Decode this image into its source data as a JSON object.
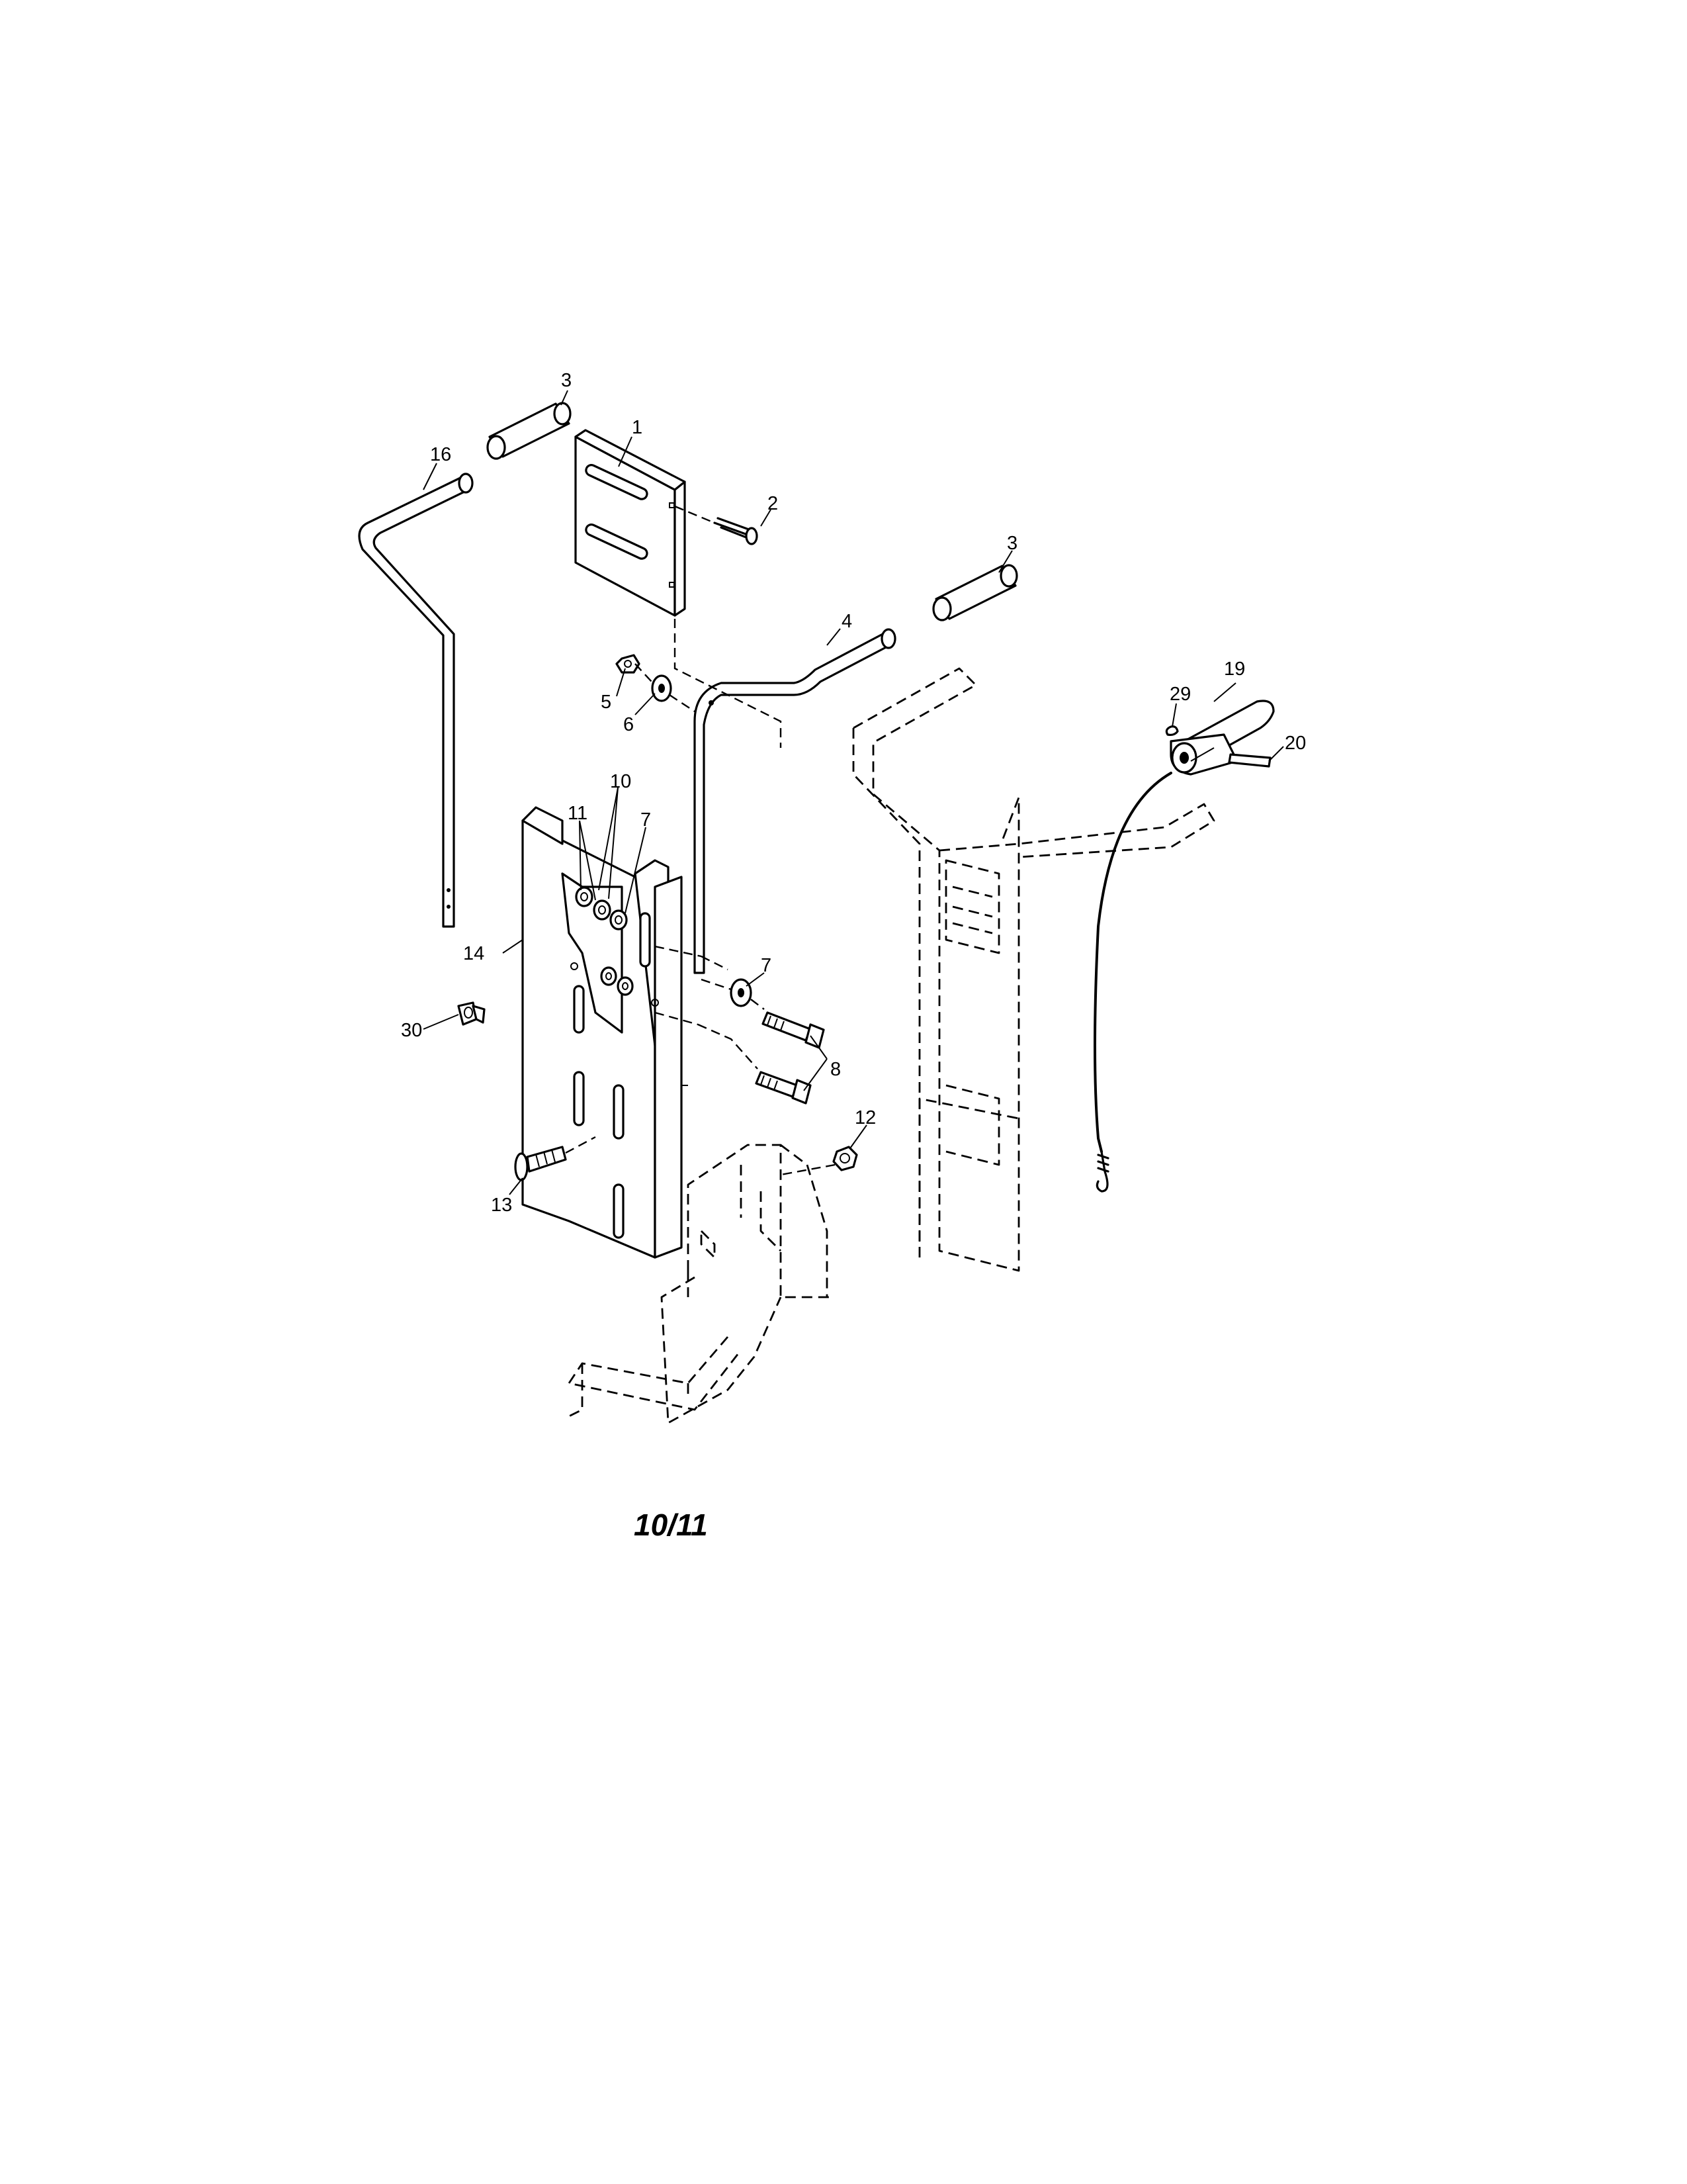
{
  "diagram": {
    "page_number": "10/11",
    "callouts": {
      "c1": "1",
      "c2": "2",
      "c3a": "3",
      "c3b": "3",
      "c4": "4",
      "c5": "5",
      "c6": "6",
      "c7a": "7",
      "c7b": "7",
      "c8": "8",
      "c10": "10",
      "c11": "11",
      "c12": "12",
      "c13": "13",
      "c14": "14",
      "c16": "16",
      "c19": "19",
      "c20": "20",
      "c29": "29",
      "c30": "30"
    }
  }
}
